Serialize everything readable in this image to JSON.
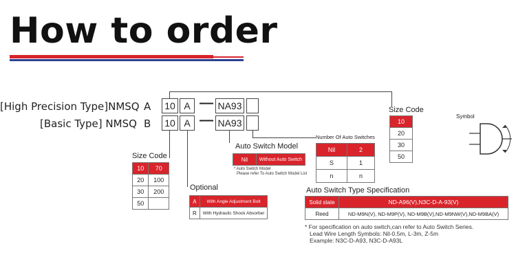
{
  "title": "How to order",
  "rows": [
    {
      "prefix": "[High Precision Type]NMSQ",
      "letter": "A",
      "bore": "10",
      "option": "A",
      "switch": "NA93"
    },
    {
      "prefix": "[Basic Type] NMSQ",
      "letter": "B",
      "bore": "10",
      "option": "A",
      "switch": "NA93"
    }
  ],
  "size_code_left": {
    "label": "Size Code",
    "header": [
      "10",
      "70"
    ],
    "rows": [
      [
        "20",
        "100"
      ],
      [
        "30",
        "200"
      ],
      [
        "50",
        ""
      ]
    ]
  },
  "optional": {
    "label": "Optional",
    "rows": [
      [
        "A",
        "With Angle Adjustment Bolt"
      ],
      [
        "R",
        "With Hydraulic Shock Absorber"
      ]
    ]
  },
  "auto_switch_model": {
    "label": "Auto Switch Model",
    "header": [
      "Nil",
      "Without Auto Switch"
    ],
    "note_line1": "* Auto Switch Model",
    "note_line2": "Please refer To Auto Switch Model List"
  },
  "num_auto_switches": {
    "label": "Number Of Auto Switches",
    "header": [
      "Nil",
      "2"
    ],
    "rows": [
      [
        "S",
        "1"
      ],
      [
        "n",
        "n"
      ]
    ]
  },
  "size_code_right": {
    "label": "Size Code",
    "header": "10",
    "rows": [
      "20",
      "30",
      "50"
    ]
  },
  "symbol": {
    "label": "Symbol"
  },
  "auto_switch_type": {
    "label": "Auto Switch Type Specification",
    "header": [
      "Solid state",
      "ND-A96(V),N3C-D-A-93(V)"
    ],
    "row": [
      "Reed",
      "ND-M9N(V),  ND-M9P(V), ND-M9B(V),ND-M9NW(V),ND-M9BA(V)"
    ]
  },
  "notes": [
    "* For specification on auto switch,can refer to Auto Switch Series.",
    "Lead Wire Length Symbols:  Nil-0.5m,  L-3m,  Z-5m",
    "Example:  N3C-D-A93,  N3C-D-A93L"
  ],
  "colors": {
    "accent": "#d9242b",
    "blue": "#2a3f8f"
  }
}
